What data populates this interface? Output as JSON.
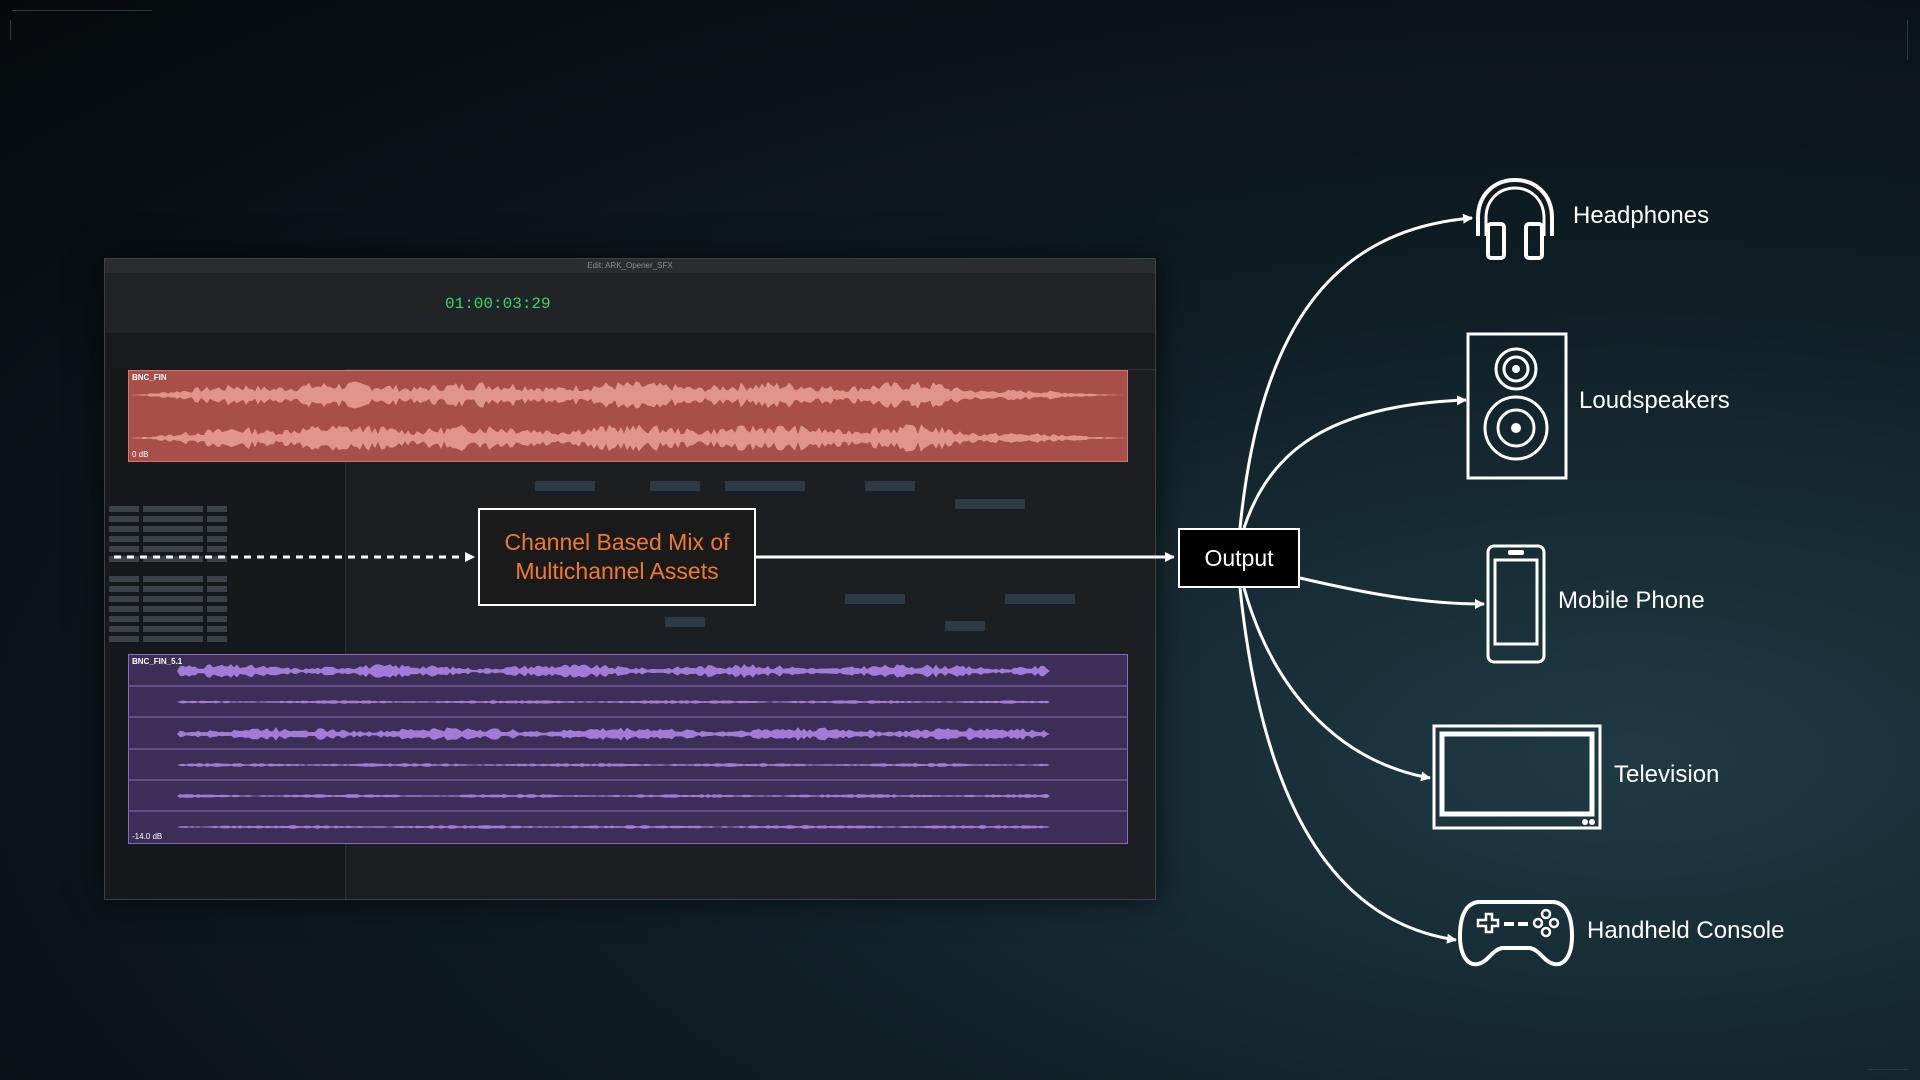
{
  "mix_box": {
    "line1": "Channel Based Mix of",
    "line2": "Multichannel Assets"
  },
  "output_box": {
    "label": "Output"
  },
  "devices": [
    {
      "id": "headphones",
      "label": "Headphones",
      "icon": "headphones-icon"
    },
    {
      "id": "loudspeakers",
      "label": "Loudspeakers",
      "icon": "speaker-icon"
    },
    {
      "id": "mobile",
      "label": "Mobile Phone",
      "icon": "mobile-phone-icon"
    },
    {
      "id": "television",
      "label": "Television",
      "icon": "television-icon"
    },
    {
      "id": "handheld",
      "label": "Handheld Console",
      "icon": "gamepad-icon"
    }
  ],
  "daw": {
    "window_title": "Edit: ARK_Opener_SFX",
    "timecode": "01:00:03:29",
    "stereo_clip": {
      "name": "BNC_FIN",
      "gain": "0 dB"
    },
    "multi_clip": {
      "name": "BNC_FIN_5.1",
      "gain": "-14.0 dB"
    }
  },
  "colors": {
    "mix_text": "#f07a2c",
    "stereo_clip": "#a84f4a",
    "multi_clip": "#3d2e58",
    "connector": "#ffffff"
  }
}
